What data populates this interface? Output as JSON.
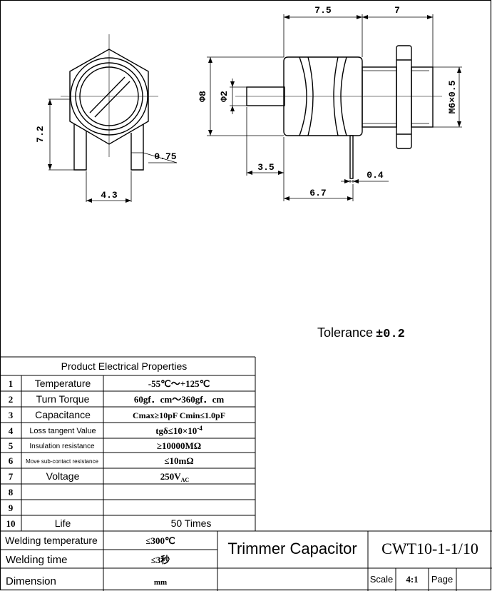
{
  "dimensions": {
    "top_left": "7.5",
    "top_right": "7",
    "height_left": "7.2",
    "pin_thickness": "0.75",
    "pin_span": "4.3",
    "body_dia": "Φ8",
    "shaft_dia": "Φ2",
    "thread": "M6×0.5",
    "shaft_len": "3.5",
    "pin_width": "0.4",
    "body_len": "6.7"
  },
  "tolerance": {
    "label": "Tolerance",
    "value": "±0.2"
  },
  "properties": {
    "title": "Product Electrical Properties",
    "rows": [
      {
        "num": "1",
        "name": "Temperature",
        "value": "-55℃～+125℃"
      },
      {
        "num": "2",
        "name": "Turn Torque",
        "value": "60gf．cm～360gf．cm"
      },
      {
        "num": "3",
        "name": "Capacitance",
        "value": "Cmax≥10pF  Cmin≤1.0pF"
      },
      {
        "num": "4",
        "name": "Loss tangent Value",
        "value": "tgδ≤10×10",
        "sup": "-4"
      },
      {
        "num": "5",
        "name": "Insulation resistance",
        "value": "≥10000MΩ"
      },
      {
        "num": "6",
        "name": "Move sub-contact resistance",
        "value": "≤10mΩ"
      },
      {
        "num": "7",
        "name": "Voltage",
        "value": "250V",
        "sub": "AC"
      },
      {
        "num": "8",
        "name": "",
        "value": ""
      },
      {
        "num": "9",
        "name": "",
        "value": ""
      },
      {
        "num": "10",
        "name": "Life",
        "value": "50 Times"
      }
    ]
  },
  "bottom": {
    "welding_temp_label": "Welding temperature",
    "welding_temp_value": "≤300℃",
    "welding_time_label": "Welding time",
    "welding_time_value": "≤3秒",
    "dimension_label": "Dimension",
    "dimension_value": "mm"
  },
  "title_block": {
    "product_name": "Trimmer Capacitor",
    "part_number": "CWT10-1-1/10",
    "scale_label": "Scale",
    "scale_value": "4:1",
    "page_label": "Page"
  }
}
